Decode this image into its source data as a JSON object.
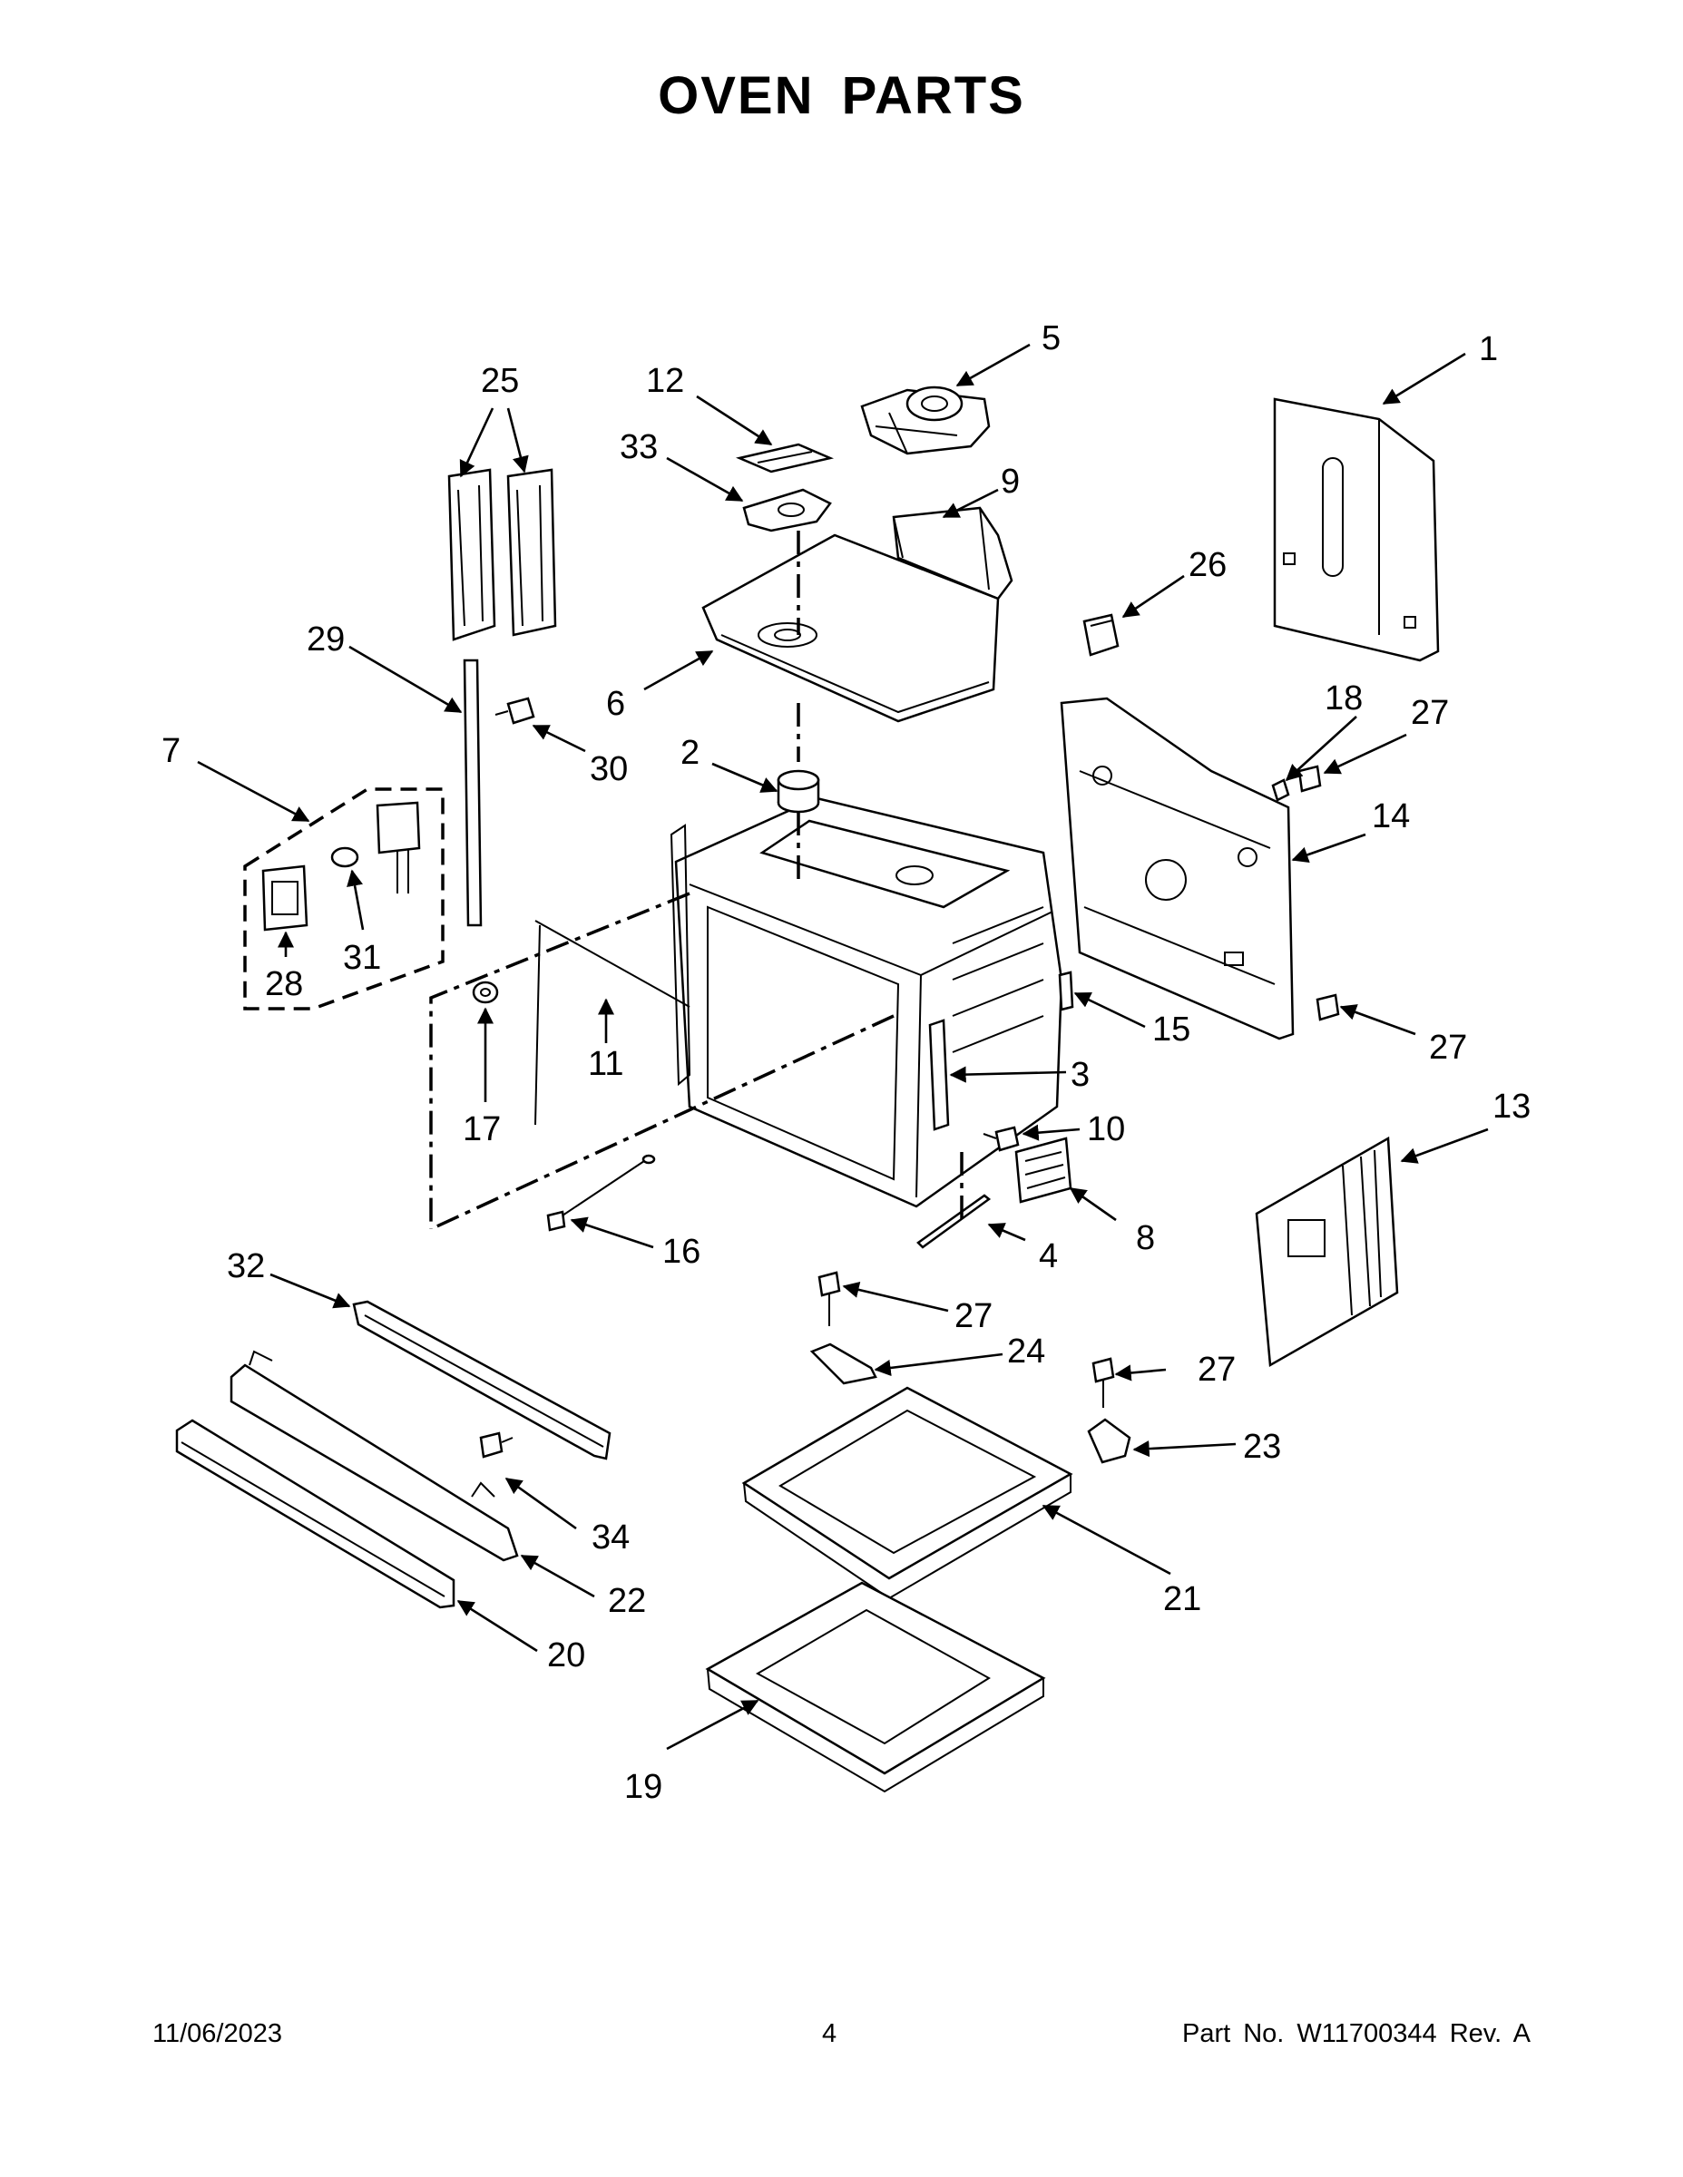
{
  "title": "OVEN PARTS",
  "footer": {
    "date": "11/06/2023",
    "page": "4",
    "part_no": "Part No.  W11700344  Rev.  A"
  },
  "callouts": {
    "c1": "1",
    "c2": "2",
    "c3": "3",
    "c4": "4",
    "c5": "5",
    "c6": "6",
    "c7": "7",
    "c8": "8",
    "c9": "9",
    "c10": "10",
    "c11": "11",
    "c12": "12",
    "c13": "13",
    "c14": "14",
    "c15": "15",
    "c16": "16",
    "c17": "17",
    "c18": "18",
    "c19": "19",
    "c20": "20",
    "c21": "21",
    "c22": "22",
    "c23": "23",
    "c24": "24",
    "c25": "25",
    "c26": "26",
    "c27a": "27",
    "c27b": "27",
    "c27c": "27",
    "c27d": "27",
    "c28": "28",
    "c29": "29",
    "c30": "30",
    "c31": "31",
    "c32": "32",
    "c33": "33",
    "c34": "34"
  }
}
